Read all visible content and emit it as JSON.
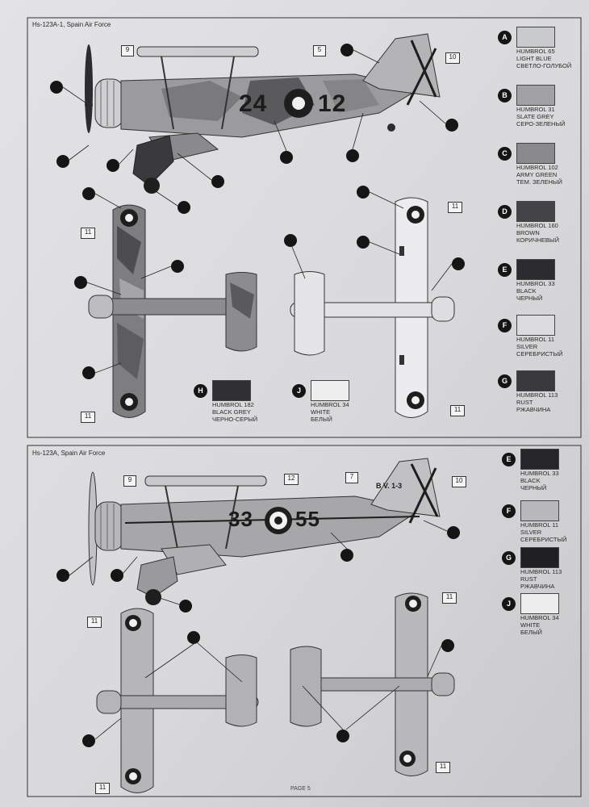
{
  "page": {
    "number_label": "PAGE 5"
  },
  "top_scheme": {
    "title": "Hs-123A-1, Spain Air Force",
    "code_left": "24",
    "code_right": "12",
    "callouts": [
      "9",
      "5",
      "10",
      "11",
      "11",
      "11",
      "11"
    ],
    "paints": [
      {
        "key": "A",
        "code": "HUMBROL 65",
        "name_en": "LIGHT BLUE",
        "name_ru": "СВЕТЛО-ГОЛУБОЙ",
        "color": "#c9cacc"
      },
      {
        "key": "B",
        "code": "HUMBROL 31",
        "name_en": "SLATE GREY",
        "name_ru": "СЕРО-ЗЕЛЕНЫЙ",
        "color": "#a2a2a4"
      },
      {
        "key": "C",
        "code": "HUMBROL 102",
        "name_en": "ARMY GREEN",
        "name_ru": "ТЕМ. ЗЕЛЕНЫЙ",
        "color": "#8a8a8c"
      },
      {
        "key": "D",
        "code": "HUMBROL 160",
        "name_en": "BROWN",
        "name_ru": "КОРИЧНЕВЫЙ",
        "color": "#444446"
      },
      {
        "key": "E",
        "code": "HUMBROL 33",
        "name_en": "BLACK",
        "name_ru": "ЧЕРНЫЙ",
        "color": "#2c2c2e"
      },
      {
        "key": "F",
        "code": "HUMBROL 11",
        "name_en": "SILVER",
        "name_ru": "СЕРЕБРИСТЫЙ",
        "color": "#dcdcde"
      },
      {
        "key": "G",
        "code": "HUMBROL 113",
        "name_en": "RUST",
        "name_ru": "РЖАВЧИНА",
        "color": "#3a3a3c"
      }
    ],
    "extra_paints": [
      {
        "key": "H",
        "code": "HUMBROL 182",
        "name_en": "BLACK GREY",
        "name_ru": "ЧЕРНО-СЕРЫЙ",
        "color": "#303032"
      },
      {
        "key": "J",
        "code": "HUMBROL 34",
        "name_en": "WHITE",
        "name_ru": "БЕЛЫЙ",
        "color": "#eeeeef"
      }
    ]
  },
  "bottom_scheme": {
    "title": "Hs-123A, Spain Air Force",
    "code_left": "33",
    "code_right": "55",
    "tail_code": "B V. 1-3",
    "callouts": [
      "9",
      "12",
      "7",
      "10",
      "11",
      "11",
      "11",
      "11"
    ],
    "paints": [
      {
        "key": "E",
        "code": "HUMBROL 33",
        "name_en": "BLACK",
        "name_ru": "ЧЕРНЫЙ",
        "color": "#262628"
      },
      {
        "key": "F",
        "code": "HUMBROL 11",
        "name_en": "SILVER",
        "name_ru": "СЕРЕБРИСТЫЙ",
        "color": "#b9b9bb"
      },
      {
        "key": "G",
        "code": "HUMBROL 113",
        "name_en": "RUST",
        "name_ru": "РЖАВЧИНА",
        "color": "#202022"
      },
      {
        "key": "J",
        "code": "HUMBROL 34",
        "name_en": "WHITE",
        "name_ru": "БЕЛЫЙ",
        "color": "#ededee"
      }
    ]
  }
}
